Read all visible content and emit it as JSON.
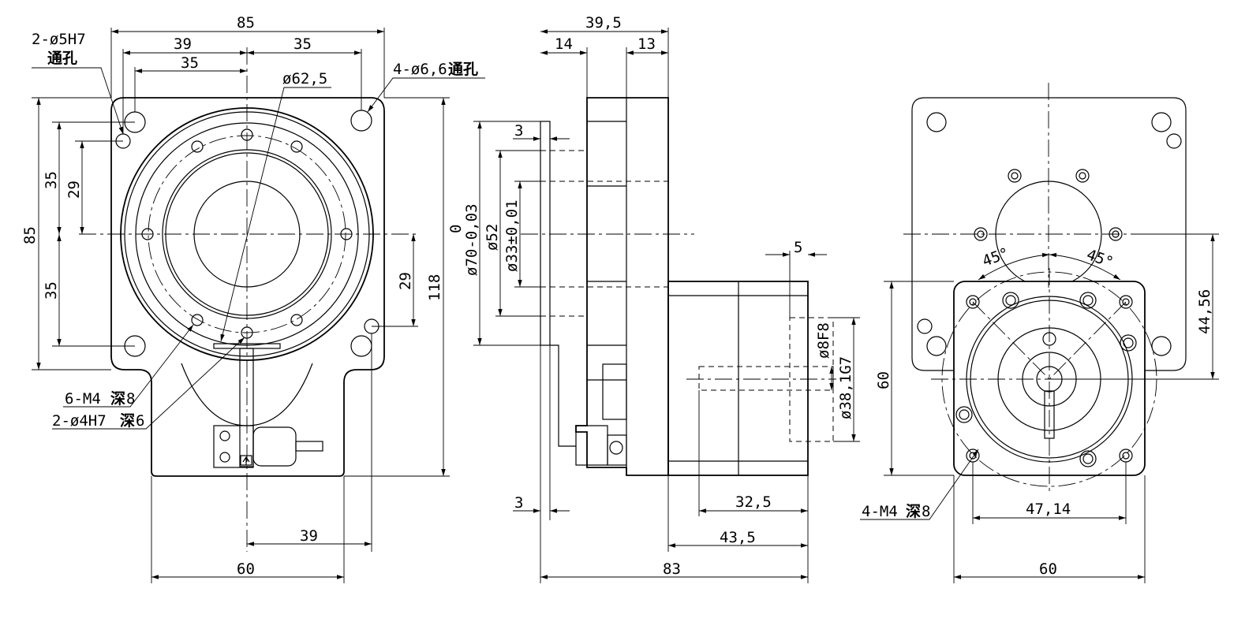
{
  "labels": {
    "front_top_85": "85",
    "front_top_39": "39",
    "front_top_35a": "35",
    "front_top_35b": "35",
    "hole_2x5": "2-ø5H7",
    "through_cn_1": "通孔",
    "hole_4x66": "4-ø6,6",
    "through_cn_2": "通孔",
    "dia_62_5": "ø62,5",
    "left_85": "85",
    "left_35a": "35",
    "left_29": "29",
    "left_35b": "35",
    "right_29": "29",
    "right_118": "118",
    "m4_6": "6-M4",
    "deep_cn_1": "深",
    "m4_6_depth": "8",
    "pin_2x4": "2-ø4H7",
    "deep_cn_2": "深",
    "pin_depth": "6",
    "bottom_39": "39",
    "bottom_60": "60",
    "side_39_5": "39,5",
    "side_14": "14",
    "side_13": "13",
    "side_3a": "3",
    "side_tol_0": "0",
    "side_d70": "ø70-0,03",
    "side_d52": "ø52",
    "side_d33": "ø33±0,01",
    "side_5": "5",
    "side_d8": "ø8F8",
    "side_d38": "ø38,1G7",
    "side_32_5": "32,5",
    "side_3b": "3",
    "side_43_5": "43,5",
    "side_83": "83",
    "rear_45a": "45°",
    "rear_45b": "45°",
    "rear_44_56": "44,56",
    "rear_60v": "60",
    "rear_m4_4": "4-M4",
    "deep_cn_3": "深",
    "rear_m4_depth": "8",
    "rear_47_14": "47,14",
    "rear_60h": "60"
  }
}
